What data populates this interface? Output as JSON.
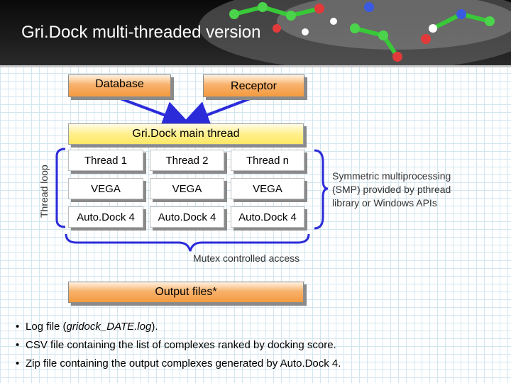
{
  "header": {
    "title": "Gri.Dock multi-threaded version"
  },
  "inputs": {
    "database": "Database",
    "receptor": "Receptor"
  },
  "main_thread": "Gri.Dock main thread",
  "thread_loop_label": "Thread loop",
  "threads": [
    {
      "name": "Thread 1",
      "scoring": "VEGA",
      "engine": "Auto.Dock 4"
    },
    {
      "name": "Thread 2",
      "scoring": "VEGA",
      "engine": "Auto.Dock 4"
    },
    {
      "name": "Thread n",
      "scoring": "VEGA",
      "engine": "Auto.Dock 4"
    }
  ],
  "smp_note": [
    "Symmetric multiprocessing",
    "(SMP) provided by pthread",
    "library or Windows APIs"
  ],
  "mutex_label": "Mutex controlled access",
  "output_box": "Output files*",
  "bullets": {
    "log_prefix": "Log file (",
    "log_file": "gridock_DATE.log",
    "log_suffix": ").",
    "csv": "CSV file containing the list of complexes ranked by docking score.",
    "zip": "Zip file containing the output complexes generated by Auto.Dock 4."
  },
  "colors": {
    "arrow": "#2b2bd9",
    "orange": "#f39a3e",
    "yellow": "#fff08c",
    "header": "#111111"
  }
}
